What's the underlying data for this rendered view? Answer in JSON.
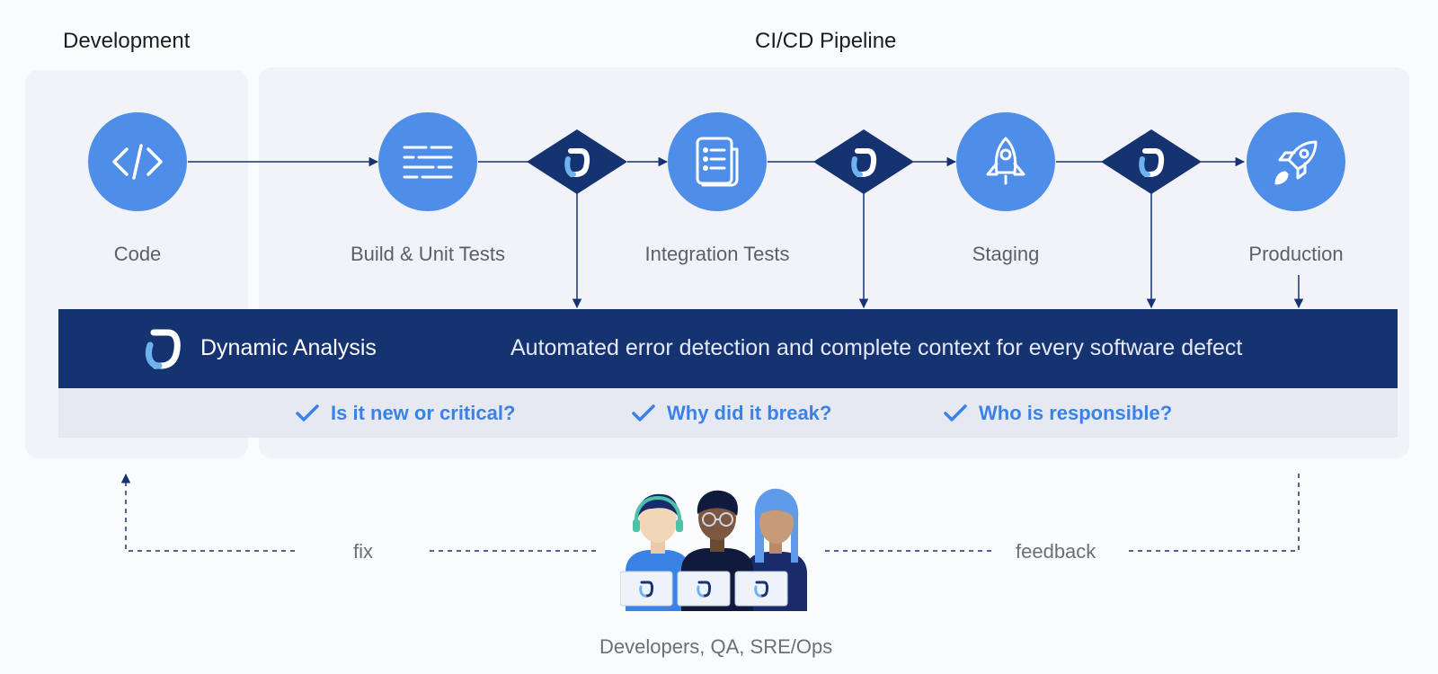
{
  "sections": {
    "development": "Development",
    "pipeline": "CI/CD Pipeline"
  },
  "stages": [
    {
      "label": "Code",
      "icon": "code-icon"
    },
    {
      "label": "Build & Unit Tests",
      "icon": "list-lines-icon"
    },
    {
      "label": "Integration Tests",
      "icon": "document-icon"
    },
    {
      "label": "Staging",
      "icon": "rocket-icon"
    },
    {
      "label": "Production",
      "icon": "rocket-launch-icon"
    }
  ],
  "gate_icon": "dynamic-analysis-logo-icon",
  "banner": {
    "title": "Dynamic Analysis",
    "subtitle": "Automated error detection and complete context for every software defect"
  },
  "questions": [
    "Is it new or critical?",
    "Why did it break?",
    "Who is responsible?"
  ],
  "loop": {
    "fix": "fix",
    "feedback": "feedback"
  },
  "people": {
    "label": "Developers, QA, SRE/Ops"
  },
  "colors": {
    "stage_blue": "#4f8ee8",
    "navy": "#163371",
    "question_blue": "#3b82e6",
    "panel": "#f1f3f9"
  }
}
